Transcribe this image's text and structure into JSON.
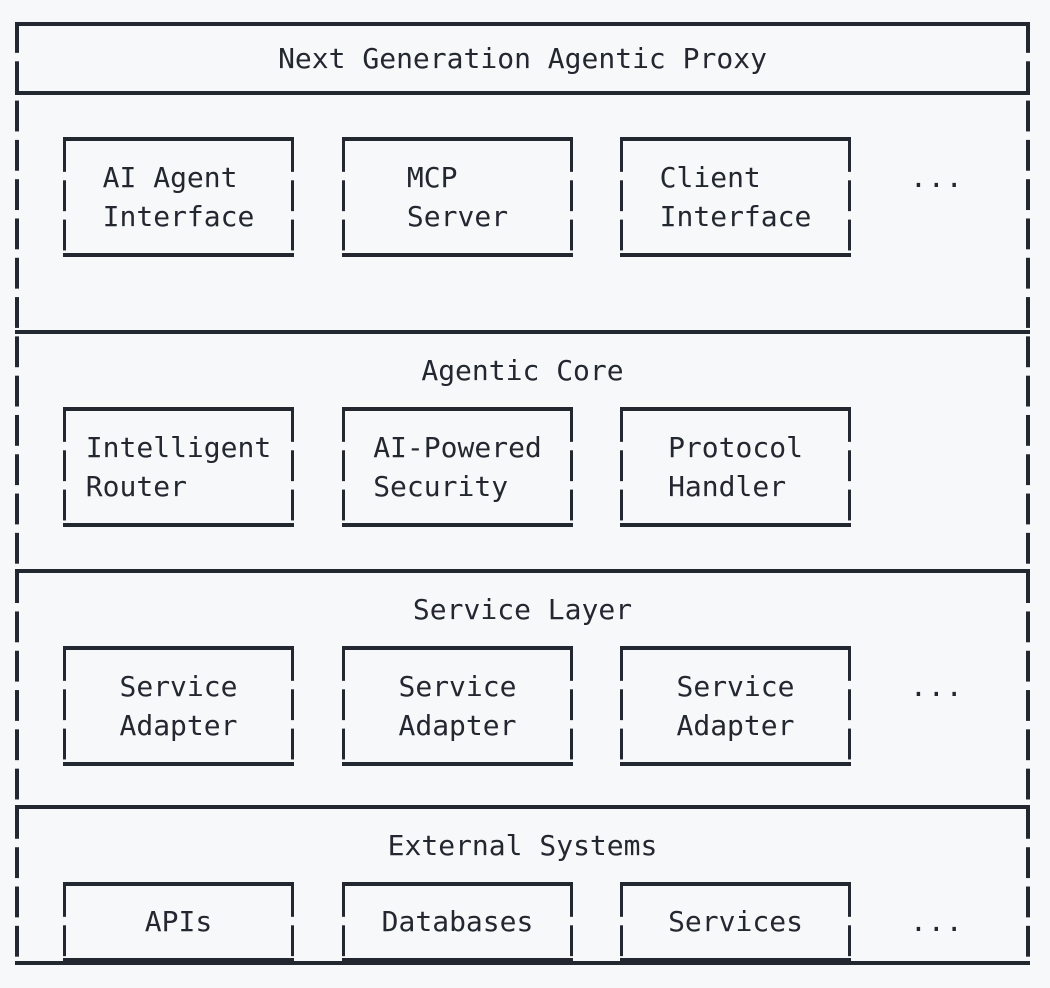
{
  "diagram": {
    "title": "Next Generation Agentic Proxy",
    "ellipsis": "...",
    "colors": {
      "background": "#f6f8fa",
      "ink": "#23272f"
    },
    "layers": [
      {
        "id": "interface-layer",
        "title": "",
        "has_title": false,
        "nodes": [
          {
            "id": "ai-agent-interface",
            "lines": [
              "AI Agent",
              "Interface"
            ]
          },
          {
            "id": "mcp-server",
            "lines": [
              "MCP",
              "Server"
            ]
          },
          {
            "id": "client-interface",
            "lines": [
              "Client",
              "Interface"
            ]
          }
        ],
        "show_ellipsis": true
      },
      {
        "id": "agentic-core",
        "title": "Agentic Core",
        "has_title": true,
        "nodes": [
          {
            "id": "intelligent-router",
            "lines": [
              "Intelligent",
              "Router"
            ]
          },
          {
            "id": "ai-powered-security",
            "lines": [
              "AI-Powered",
              "Security"
            ]
          },
          {
            "id": "protocol-handler",
            "lines": [
              "Protocol",
              "Handler"
            ]
          }
        ],
        "show_ellipsis": false
      },
      {
        "id": "service-layer",
        "title": "Service Layer",
        "has_title": true,
        "nodes": [
          {
            "id": "service-adapter-1",
            "lines": [
              "Service",
              "Adapter"
            ]
          },
          {
            "id": "service-adapter-2",
            "lines": [
              "Service",
              "Adapter"
            ]
          },
          {
            "id": "service-adapter-3",
            "lines": [
              "Service",
              "Adapter"
            ]
          }
        ],
        "show_ellipsis": true
      },
      {
        "id": "external-systems",
        "title": "External Systems",
        "has_title": true,
        "nodes": [
          {
            "id": "apis",
            "lines": [
              "APIs"
            ]
          },
          {
            "id": "databases",
            "lines": [
              "Databases"
            ]
          },
          {
            "id": "services",
            "lines": [
              "Services"
            ]
          }
        ],
        "show_ellipsis": true
      }
    ]
  }
}
